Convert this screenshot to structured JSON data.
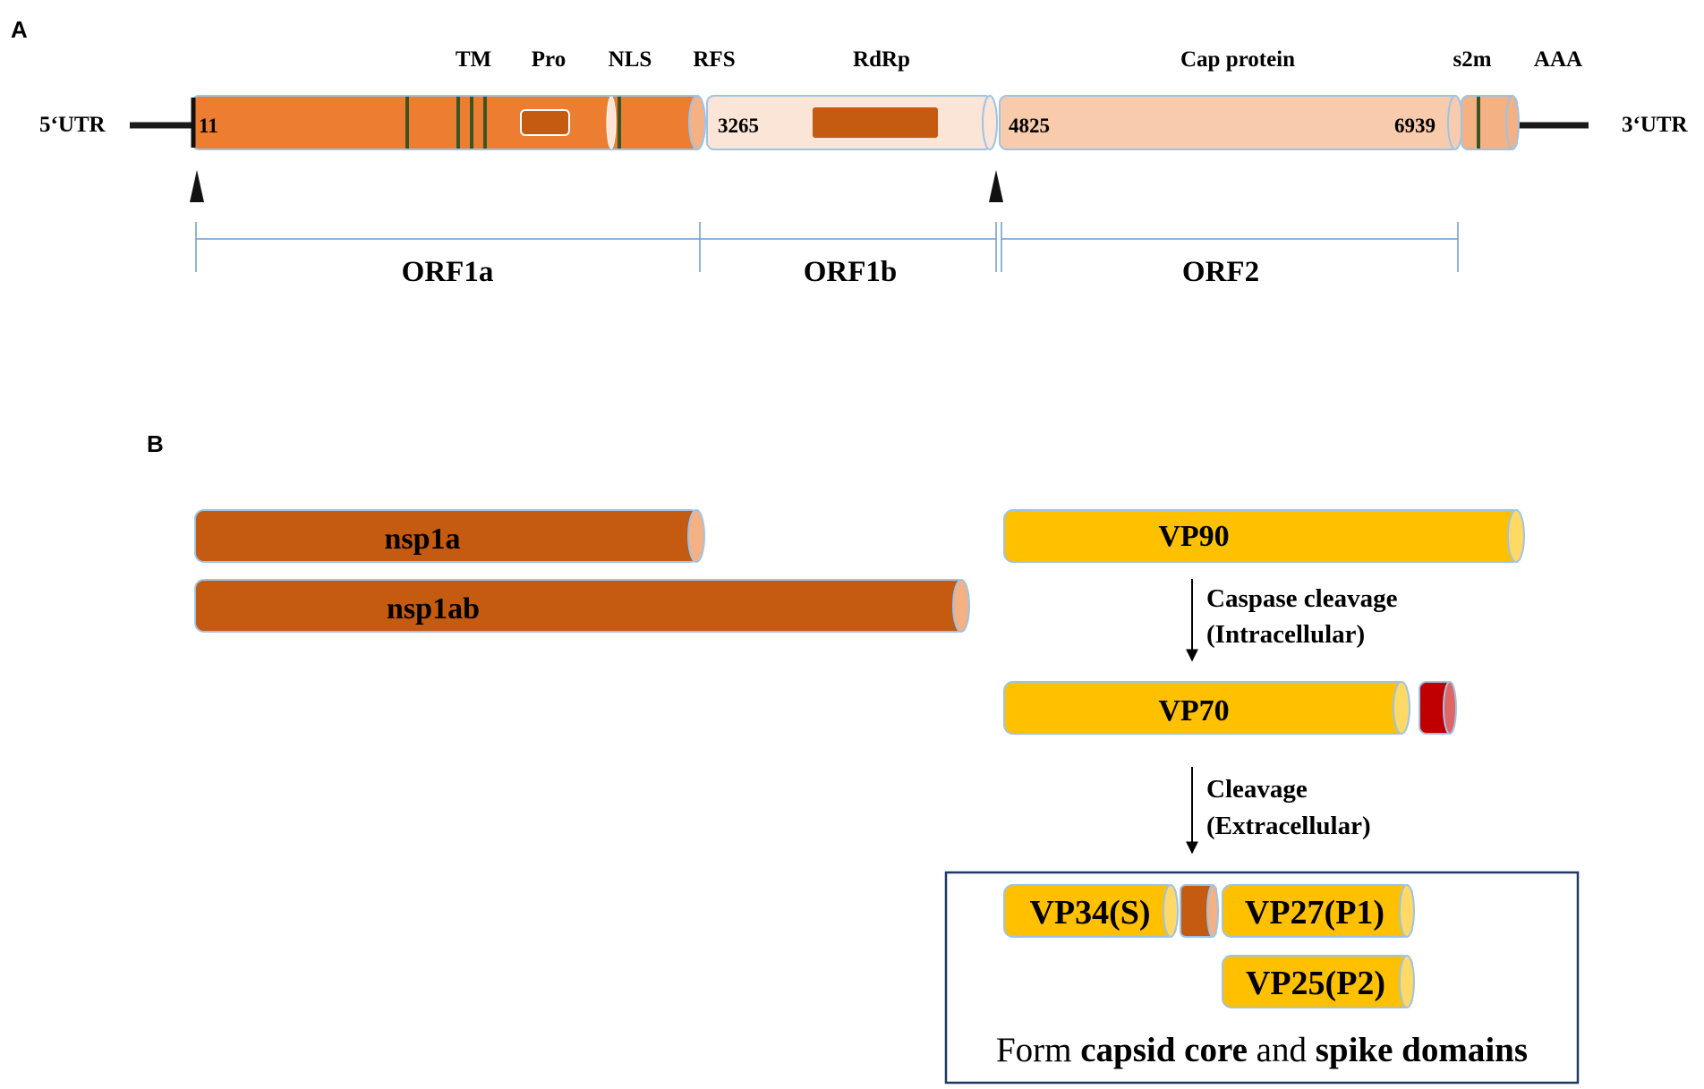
{
  "panel_a": {
    "label": "A",
    "utr5": "5‘UTR",
    "utr3": "3‘UTR",
    "domains": {
      "tm": "TM",
      "pro": "Pro",
      "nls": "NLS",
      "rfs": "RFS",
      "rdrp": "RdRp",
      "cap": "Cap protein",
      "s2m": "s2m",
      "aaa": "AAA"
    },
    "positions": {
      "start": "11",
      "orf1b_start": "3265",
      "orf2_start": "4825",
      "orf2_end": "6939"
    },
    "orfs": {
      "orf1a": "ORF1a",
      "orf1b": "ORF1b",
      "orf2": "ORF2"
    }
  },
  "panel_b": {
    "label": "B",
    "proteins": {
      "nsp1a": "nsp1a",
      "nsp1ab": "nsp1ab",
      "vp90": "VP90",
      "vp70": "VP70",
      "vp34": "VP34(S)",
      "vp27": "VP27(P1)",
      "vp25": "VP25(P2)"
    },
    "steps": {
      "caspase_line1": "Caspase cleavage",
      "caspase_line2": "(Intracellular)",
      "cleavage_line1": "Cleavage",
      "cleavage_line2": "(Extracellular)"
    },
    "caption": {
      "part1": "Form ",
      "bold1": "capsid core",
      "part2": " and ",
      "bold2": "spike domains"
    }
  },
  "colors": {
    "orf1a": "#ED7D31",
    "orf1b": "#FBE5D6",
    "orf2": "#F8CBAD",
    "s2m_segment": "#F4B183",
    "rdrp_box": "#C55A11",
    "nsp": "#C55A11",
    "vp": "#FFC000",
    "vp_cap": "#FFD966",
    "red_fragment": "#C00000",
    "tm_bar": "#375623",
    "outline": "#9DC3E6",
    "box_border": "#1F3864"
  }
}
